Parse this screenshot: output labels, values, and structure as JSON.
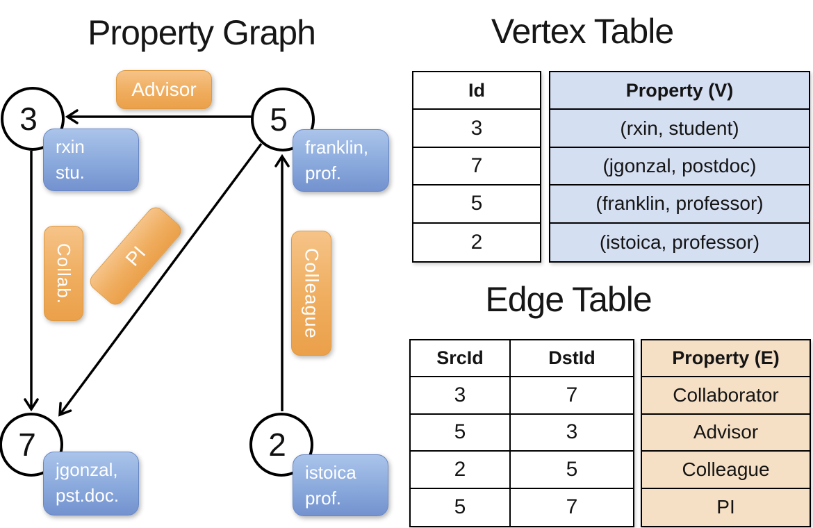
{
  "graph": {
    "title": "Property Graph",
    "nodes": [
      {
        "id": "3",
        "property_lines": [
          "rxin",
          "stu."
        ]
      },
      {
        "id": "5",
        "property_lines": [
          "franklin,",
          "prof."
        ]
      },
      {
        "id": "7",
        "property_lines": [
          "jgonzal,",
          "pst.doc."
        ]
      },
      {
        "id": "2",
        "property_lines": [
          "istoica",
          "prof."
        ]
      }
    ],
    "edges": [
      {
        "label": "Advisor",
        "from": "5",
        "to": "3"
      },
      {
        "label": "Collab.",
        "from": "3",
        "to": "7"
      },
      {
        "label": "PI",
        "from": "5",
        "to": "7"
      },
      {
        "label": "Colleague",
        "from": "2",
        "to": "5"
      }
    ]
  },
  "vertex_table": {
    "title": "Vertex Table",
    "columns": [
      "Id",
      "Property (V)"
    ],
    "rows": [
      [
        "3",
        "(rxin, student)"
      ],
      [
        "7",
        "(jgonzal, postdoc)"
      ],
      [
        "5",
        "(franklin, professor)"
      ],
      [
        "2",
        "(istoica, professor)"
      ]
    ]
  },
  "edge_table": {
    "title": "Edge Table",
    "columns": [
      "SrcId",
      "DstId",
      "Property (E)"
    ],
    "rows": [
      [
        "3",
        "7",
        "Collaborator"
      ],
      [
        "5",
        "3",
        "Advisor"
      ],
      [
        "2",
        "5",
        "Colleague"
      ],
      [
        "5",
        "7",
        "PI"
      ]
    ]
  },
  "colors": {
    "edge_label_orange_top": "#F6C388",
    "edge_label_orange_bottom": "#EBA04A",
    "vertex_prop_blue_top": "#AAC4EA",
    "vertex_prop_blue_bottom": "#7392CF",
    "vertex_table_property_fill": "#D5DFF2",
    "edge_table_property_fill": "#F5DFC5",
    "line_and_border": "#000000",
    "label_text": "#FFFFFF"
  }
}
